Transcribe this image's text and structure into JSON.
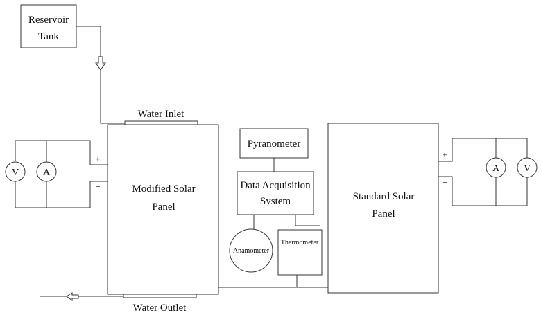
{
  "reservoir_tank": {
    "line1": "Reservoir",
    "line2": "Tank"
  },
  "water_inlet": "Water Inlet",
  "water_outlet": "Water Outlet",
  "modified_panel": {
    "line1": "Modified Solar",
    "line2": "Panel"
  },
  "standard_panel": {
    "line1": "Standard Solar",
    "line2": "Panel"
  },
  "pyranometer": "Pyranometer",
  "daq": {
    "line1": "Data Acquisition",
    "line2": "System"
  },
  "anamometer": "Anamometer",
  "thermometer": "Thermometer",
  "left_meters": {
    "voltmeter": "V",
    "ammeter": "A",
    "plus": "+",
    "minus": "−"
  },
  "right_meters": {
    "voltmeter": "V",
    "ammeter": "A",
    "plus": "+",
    "minus": "−"
  }
}
